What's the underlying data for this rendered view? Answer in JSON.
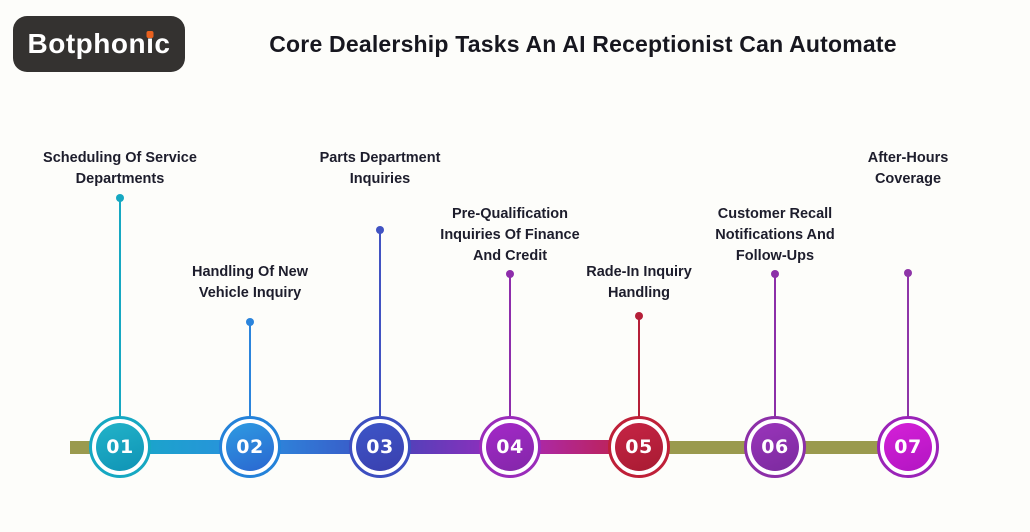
{
  "logo": {
    "text": "Botphonic",
    "part1": "Botphon",
    "part2": "ı",
    "part3": "c",
    "dot_color": "#e8611f",
    "background": "#343230"
  },
  "header": {
    "title": "Core Dealership Tasks An AI Receptionist Can Automate"
  },
  "timeline": {
    "bar_color": "#9a9a4e",
    "connectors": [
      {
        "from": "#17a9c6",
        "to": "#2b8fdf"
      },
      {
        "from": "#2b8fdf",
        "to": "#3c52c4"
      },
      {
        "from": "#4046b8",
        "to": "#9c2bbd"
      },
      {
        "from": "#a62bc0",
        "to": "#c22143"
      }
    ],
    "items": [
      {
        "number": "01",
        "label": "Scheduling Of Service\nDepartments",
        "colors": {
          "ring": "#16a8c2",
          "g1": "#22b3c9",
          "g2": "#0f93b5",
          "stem": "#16a8c2"
        }
      },
      {
        "number": "02",
        "label": "Handling Of New\nVehicle Inquiry",
        "colors": {
          "ring": "#2482d9",
          "g1": "#2e9be2",
          "g2": "#2a66d0",
          "stem": "#2b84dc"
        }
      },
      {
        "number": "03",
        "label": "Parts Department\nInquiries",
        "colors": {
          "ring": "#3d4fc0",
          "g1": "#3d56c8",
          "g2": "#3a3fae",
          "stem": "#4153c2"
        }
      },
      {
        "number": "04",
        "label": "Pre-Qualification\nInquiries Of Finance\nAnd Credit",
        "colors": {
          "ring": "#9a2cba",
          "g1": "#a428c8",
          "g2": "#8227a8",
          "stem": "#8e2dab"
        }
      },
      {
        "number": "05",
        "label": "Rade-In Inquiry\nHandling",
        "colors": {
          "ring": "#bf2038",
          "g1": "#c62445",
          "g2": "#a81b32",
          "stem": "#b51f38"
        }
      },
      {
        "number": "06",
        "label": "Customer Recall\nNotifications And\nFollow-Ups",
        "colors": {
          "ring": "#8c2fa8",
          "g1": "#9a35bb",
          "g2": "#7b2a9e",
          "stem": "#8c2fa8"
        }
      },
      {
        "number": "07",
        "label": "After-Hours\nCoverage",
        "colors": {
          "ring": "#9a23b8",
          "g1": "#d520d8",
          "g2": "#b215c2",
          "stem": "#8e35a8"
        }
      }
    ]
  }
}
